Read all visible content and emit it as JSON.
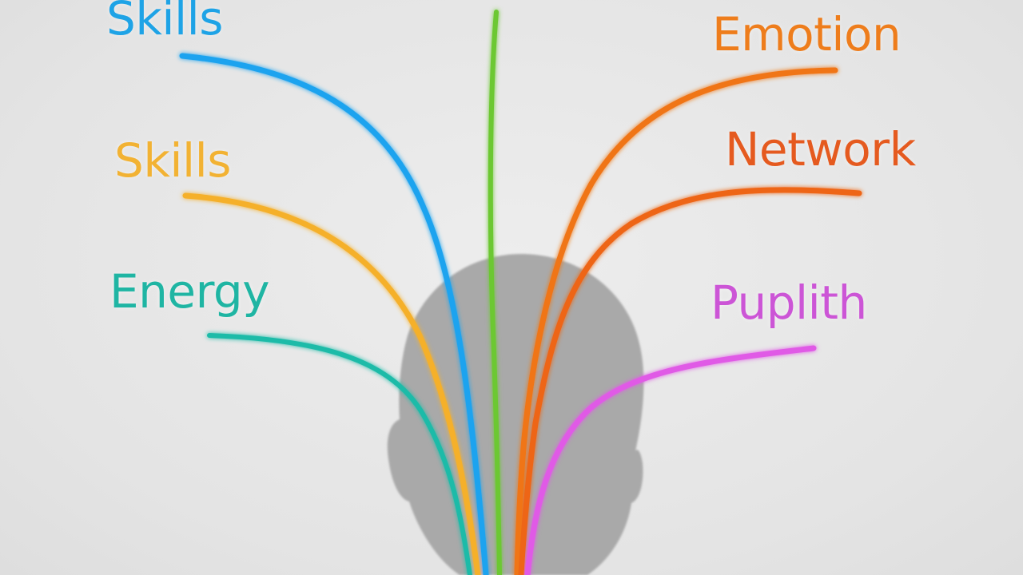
{
  "diagram": {
    "background": "#e6e6e6",
    "head": {
      "fill": "#a9a9a9",
      "shape": "head-silhouette-back-view"
    },
    "labels": [
      {
        "id": "skills-blue",
        "text": "Skills",
        "color": "#1ea3e6"
      },
      {
        "id": "skills-yellow",
        "text": "Skills",
        "color": "#f2b233"
      },
      {
        "id": "energy",
        "text": "Energy",
        "color": "#1fb5a3"
      },
      {
        "id": "emotion",
        "text": "Emotion",
        "color": "#ee7d1c"
      },
      {
        "id": "network",
        "text": "Network",
        "color": "#e55a1f"
      },
      {
        "id": "puplith",
        "text": "Puplith",
        "color": "#cc55d6"
      }
    ],
    "strands": [
      {
        "id": "blue",
        "color": "#1ea3ef"
      },
      {
        "id": "yellow",
        "color": "#f5b02a"
      },
      {
        "id": "teal",
        "color": "#1cbba8"
      },
      {
        "id": "green",
        "color": "#6cc832"
      },
      {
        "id": "orange-upper",
        "color": "#f07512"
      },
      {
        "id": "orange-lower",
        "color": "#ee6512"
      },
      {
        "id": "magenta",
        "color": "#e05ae6"
      }
    ]
  }
}
